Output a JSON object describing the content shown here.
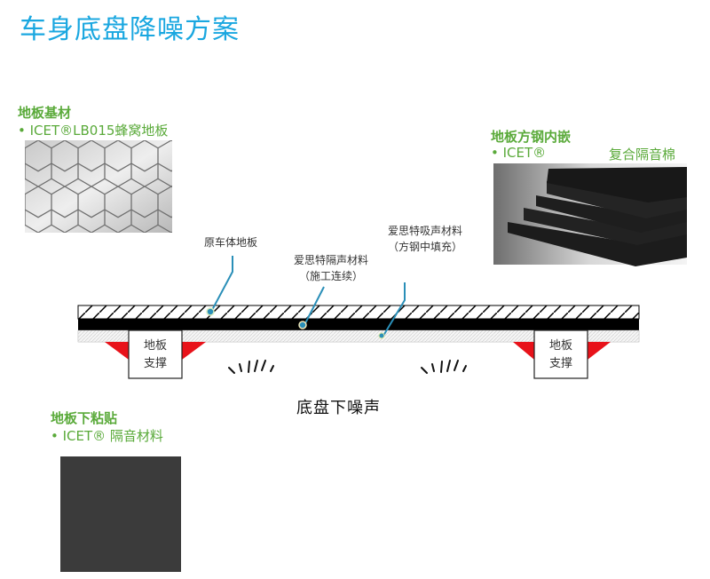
{
  "title": "车身底盘降噪方案",
  "sections": {
    "floor_base": {
      "heading": "地板基材",
      "bullet": "• ICET®LB015蜂窝地板",
      "image": "honeycomb-panel-photo"
    },
    "steel_insert": {
      "heading": "地板方钢内嵌",
      "bullet": "• ICET®",
      "bullet_extra": "复合隔音棉",
      "image": "foam-sheets-photo"
    },
    "underfloor": {
      "heading": "地板下粘贴",
      "bullet": "• ICET® 隔音材料",
      "image": "dark-sheet-photo"
    }
  },
  "diagram": {
    "labels": {
      "original_floor": "原车体地板",
      "insulation_line1": "爱思特隔声材料",
      "insulation_line2": "（施工连续）",
      "absorb_line1": "爱思特吸声材料",
      "absorb_line2": "（方钢中填充）",
      "support_left_line1": "地板",
      "support_left_line2": "支撑",
      "support_right_line1": "地板",
      "support_right_line2": "支撑",
      "noise": "底盘下噪声"
    },
    "colors": {
      "leader": "#2a8fb8",
      "bracket": "#e8121a",
      "title": "#1aa7e0",
      "section": "#5aaa3a"
    }
  }
}
